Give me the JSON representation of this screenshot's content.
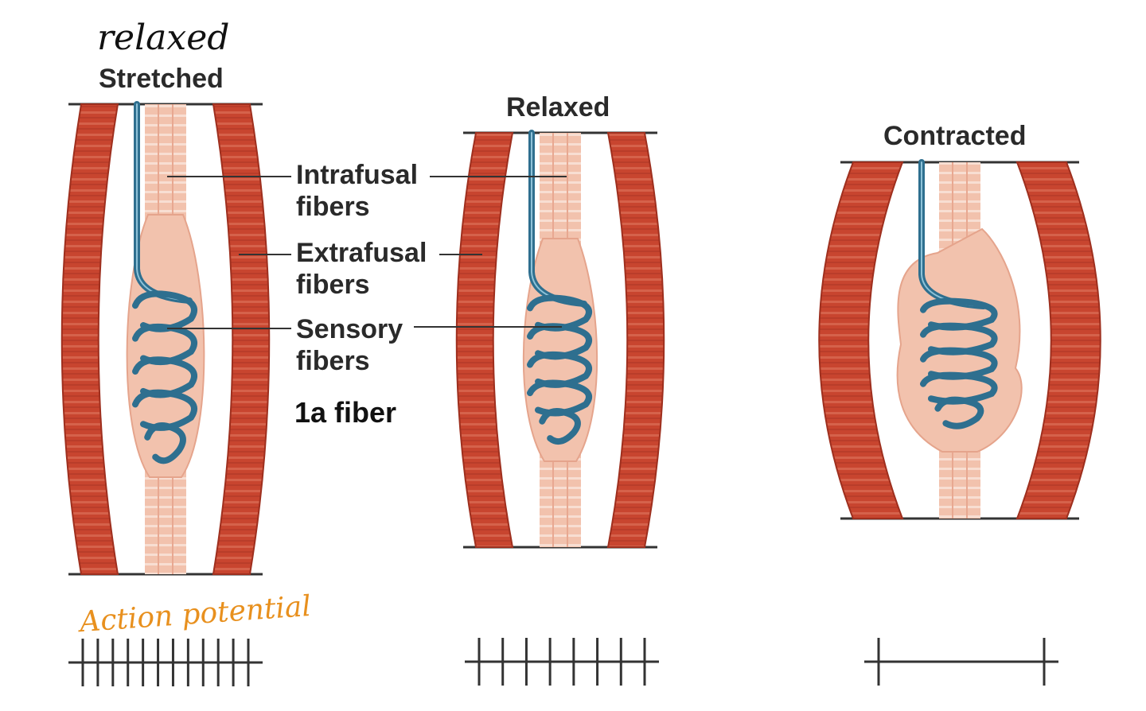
{
  "handwritten": {
    "top_note": "relaxed",
    "bottom_note": "Action potential"
  },
  "panels": [
    {
      "id": "stretched",
      "title": "Stretched",
      "action_potential_ticks": 12
    },
    {
      "id": "relaxed",
      "title": "Relaxed",
      "action_potential_ticks": 8
    },
    {
      "id": "contracted",
      "title": "Contracted",
      "action_potential_ticks": 2
    }
  ],
  "callouts": {
    "intrafusal": [
      "Intrafusal",
      "fibers"
    ],
    "extrafusal": [
      "Extrafusal",
      "fibers"
    ],
    "sensory": [
      "Sensory",
      "fibers"
    ],
    "fiber_type": "1a fiber"
  },
  "colors": {
    "extrafusal": "#c8452f",
    "extrafusal_dark": "#9e2f1e",
    "intrafusal": "#f2c2ad",
    "intrafusal_light": "#f8dccd",
    "sensory": "#2e6f8f",
    "handwritten_orange": "#e8901e",
    "line": "#333333"
  }
}
